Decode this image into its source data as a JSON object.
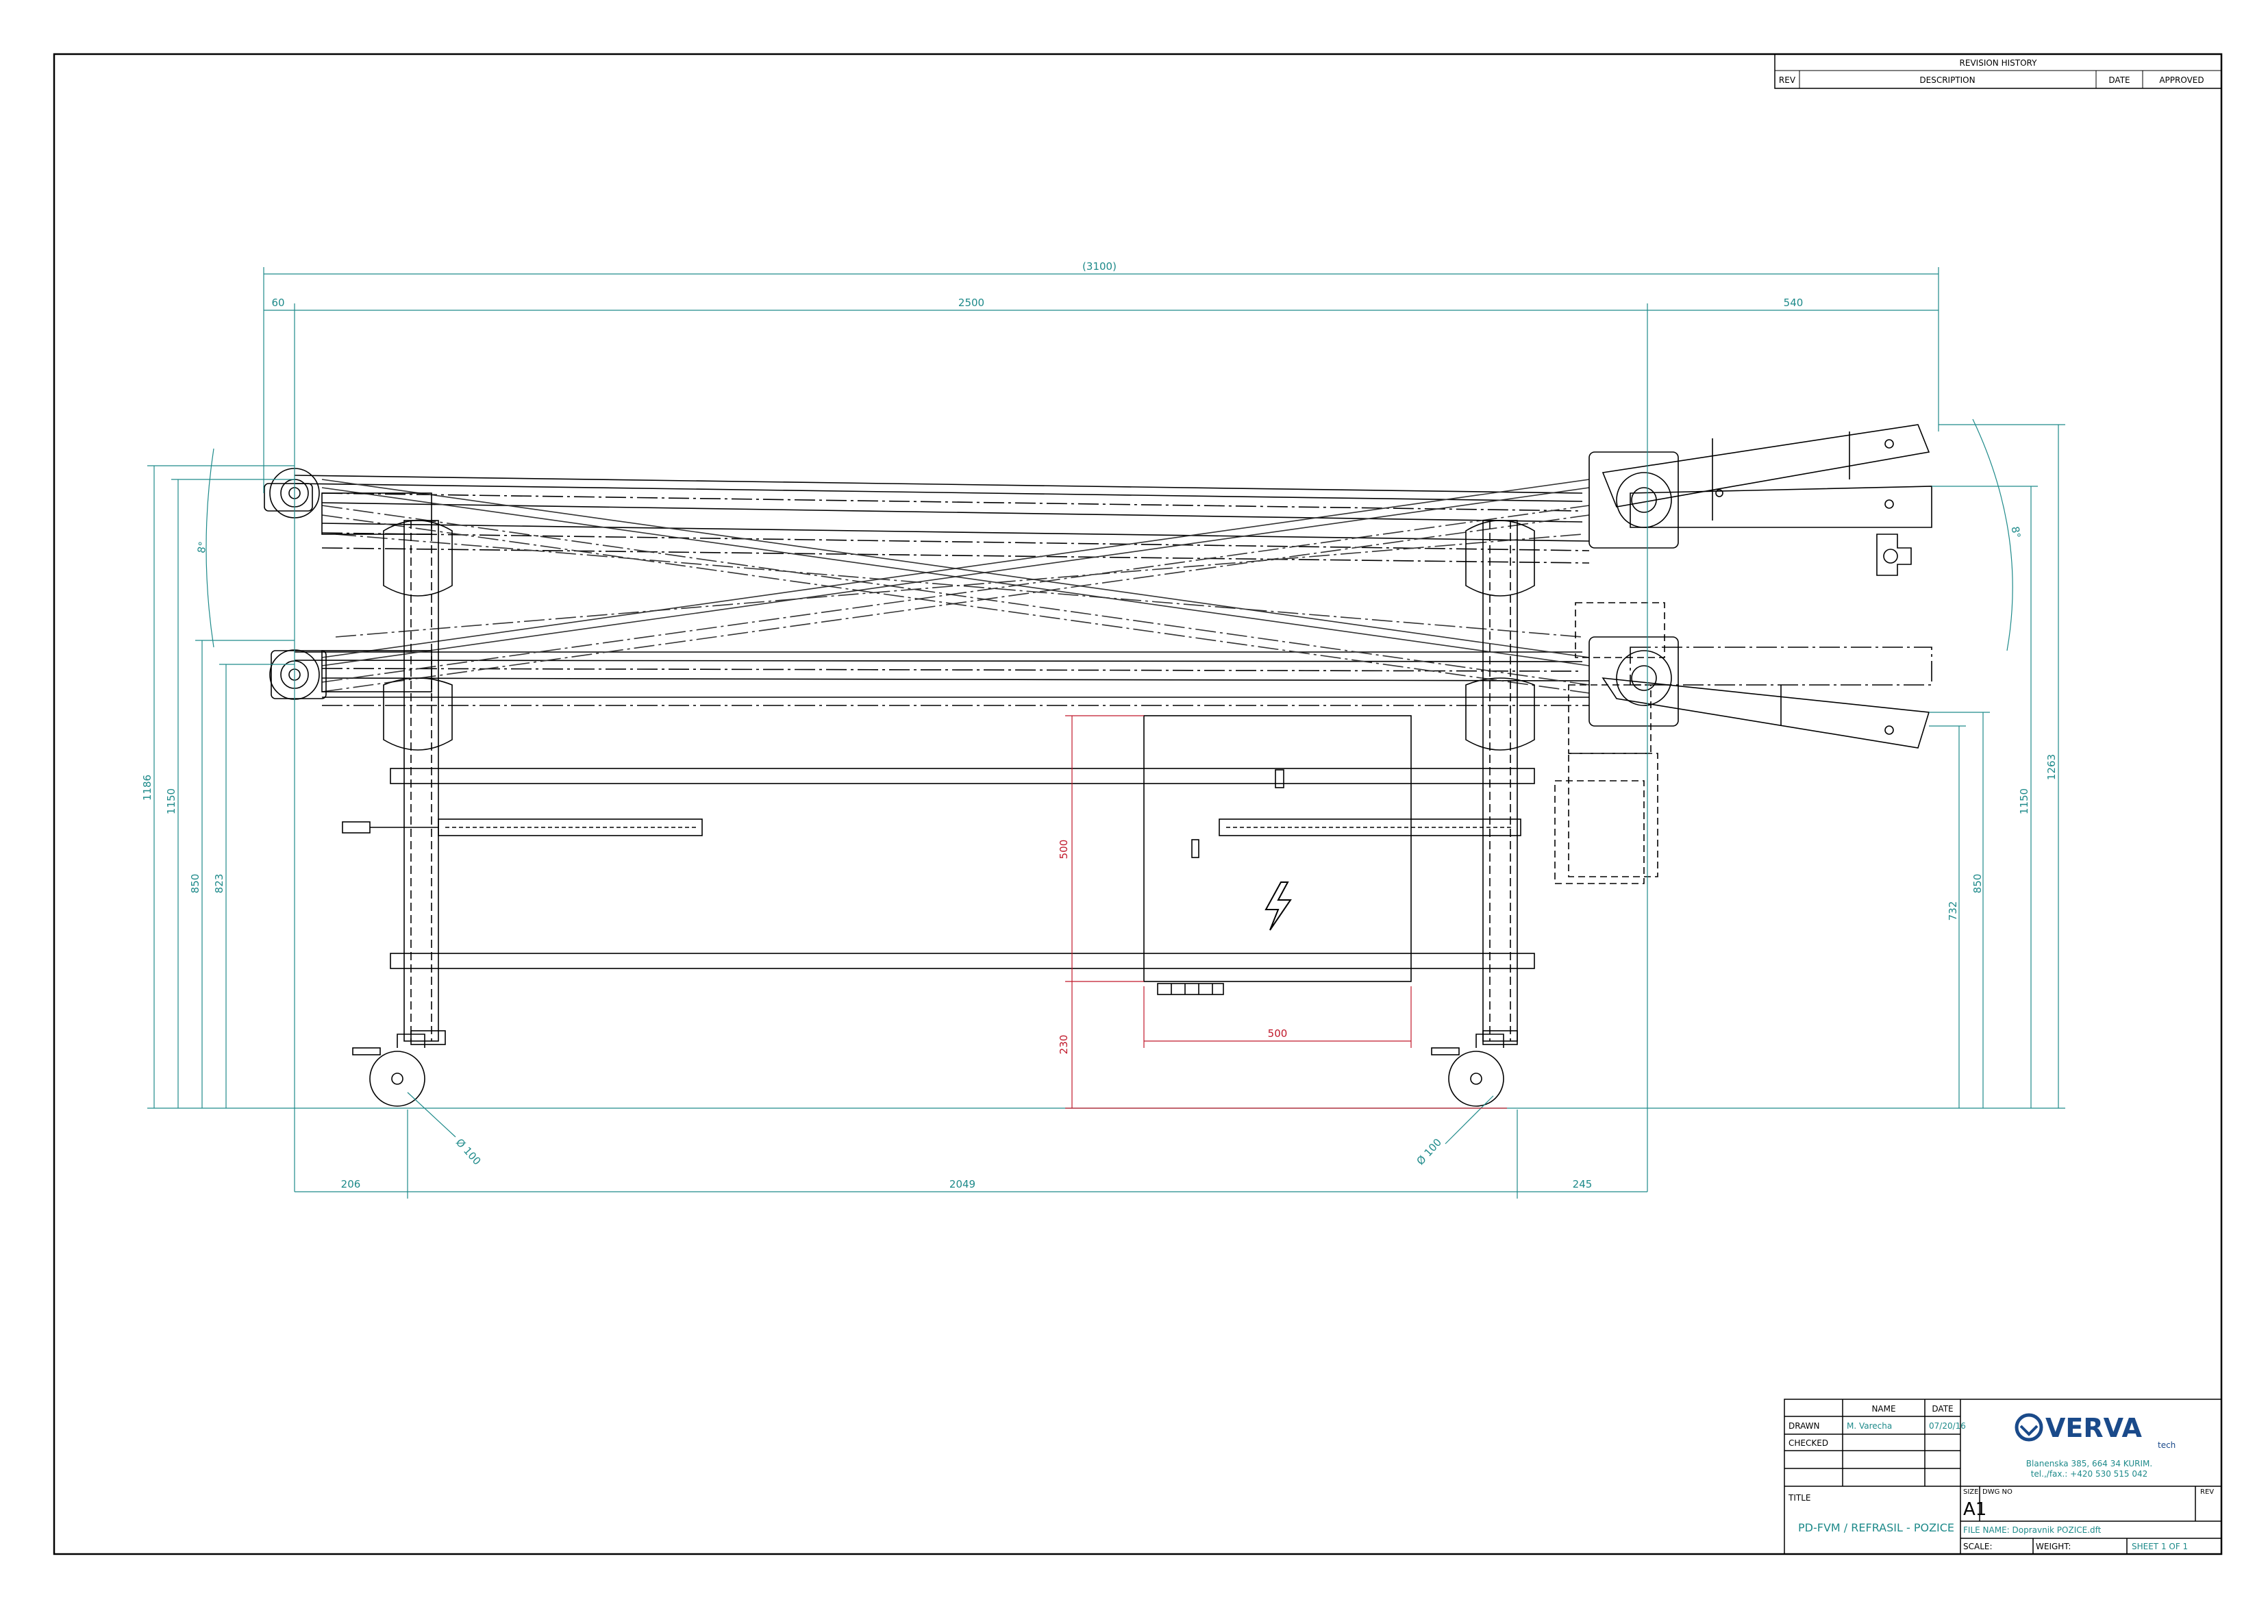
{
  "revision_history": {
    "title": "REVISION HISTORY",
    "columns": [
      "REV",
      "DESCRIPTION",
      "DATE",
      "APPROVED"
    ]
  },
  "dimensions": {
    "overall_length": "(3100)",
    "left_offset": "60",
    "frame_length": "2500",
    "right_overhang": "540",
    "height_1186": "1186",
    "height_1150_left": "1150",
    "height_850_left": "850",
    "height_823": "823",
    "height_1263": "1263",
    "height_1150_right": "1150",
    "height_850_right": "850",
    "height_732": "732",
    "angle_left": "8°",
    "angle_right": "8°",
    "box_height": "500",
    "box_width": "500",
    "box_clearance": "230",
    "bottom_206": "206",
    "bottom_2049": "2049",
    "bottom_245": "245",
    "wheel_left": "Ø 100",
    "wheel_right": "Ø 100"
  },
  "title_block": {
    "name_header": "NAME",
    "date_header": "DATE",
    "drawn_label": "DRAWN",
    "drawn_name": "M. Varecha",
    "drawn_date": "07/20/16",
    "checked_label": "CHECKED",
    "title_label": "TITLE",
    "title_value": "PD-FVM / REFRASIL - POZICE",
    "size_label": "SIZE",
    "size_value": "A1",
    "dwg_label": "DWG NO",
    "rev_label": "REV",
    "file_label": "FILE NAME: Dopravnik POZICE.dft",
    "scale_label": "SCALE:",
    "weight_label": "WEIGHT:",
    "sheet_label": "SHEET 1 OF 1",
    "company": {
      "logo_text": "VERVA",
      "logo_sub": "tech",
      "address": "Blanenska 385, 664 34 KURIM.",
      "phone": "tel.,/fax.: +420 530 515 042"
    }
  },
  "symbols": {
    "electrical": "high-voltage"
  },
  "colors": {
    "dimension": "#1e8a8a",
    "highlight": "#c0182a",
    "line": "#000000"
  }
}
